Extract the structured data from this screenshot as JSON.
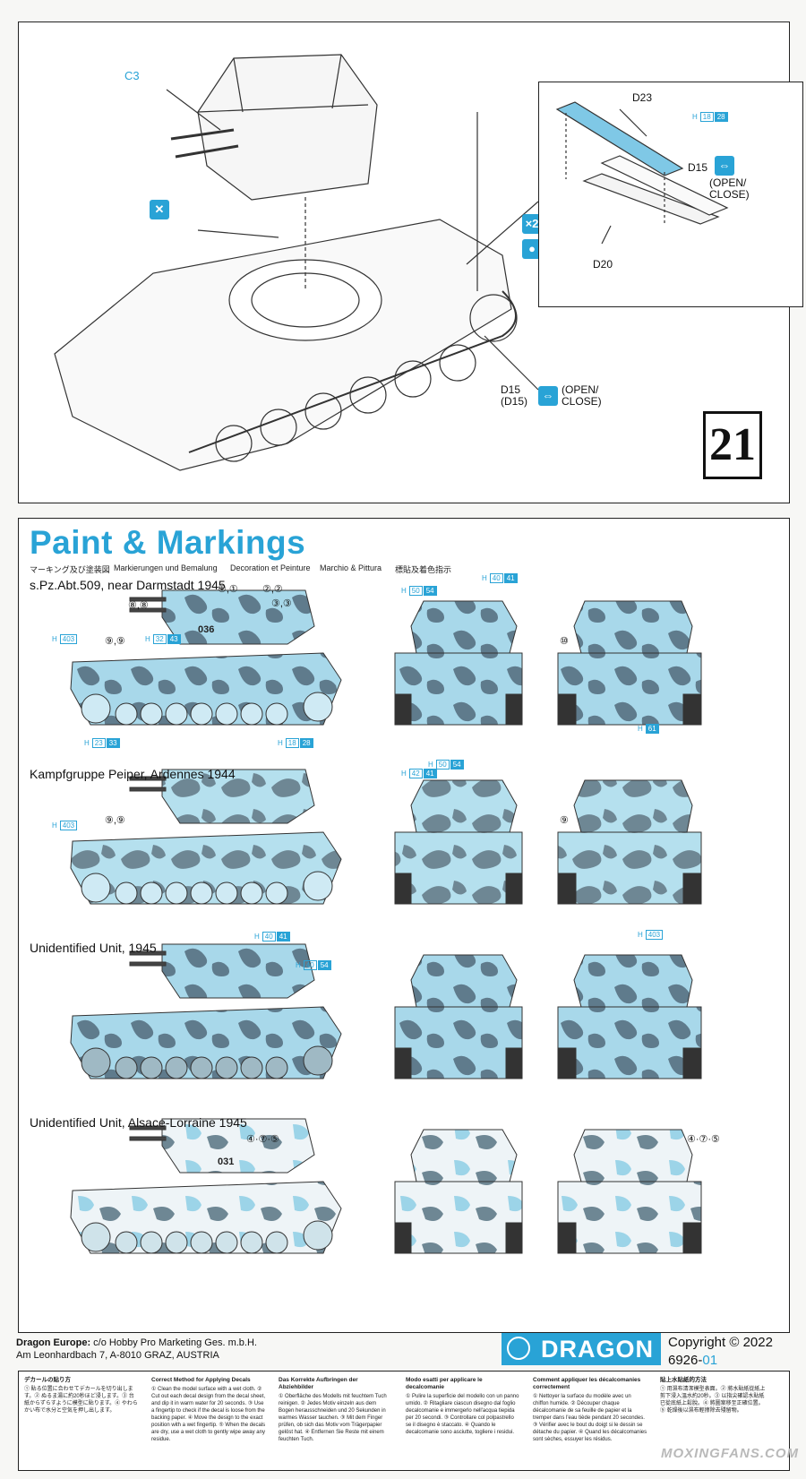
{
  "assembly": {
    "step_number": "21",
    "callouts": {
      "c3": "C3",
      "d23": "D23",
      "d15_top": "D15",
      "open_close_top": "(OPEN/\nCLOSE)",
      "d20": "D20",
      "d15_bottom": "D15\n(D15)",
      "open_close_bottom": "(OPEN/\nCLOSE)",
      "times_two": "×2",
      "h_tag": [
        "H",
        "18",
        "28"
      ]
    }
  },
  "paint": {
    "title": "Paint & Markings",
    "languages": [
      "マーキング及び塗装図",
      "Markierungen und Bemalung",
      "Decoration et Peinture",
      "Marchio & Pittura",
      "標貼及着色指示"
    ],
    "schemes": [
      {
        "label": "s.Pz.Abt.509, near Darmstadt 1945"
      },
      {
        "label": "Kampfgruppe Peiper, Ardennes 1944"
      },
      {
        "label": "Unidentified Unit, 1945"
      },
      {
        "label": "Unidentified Unit, Alsace-Lorraine 1945"
      }
    ],
    "marking_callouts": {
      "s1_a": "⑧,⑧",
      "s1_b": "⑨,⑨",
      "s1_c": "①,①",
      "s1_d": "②,②",
      "s1_e": "③,③",
      "s1_f": "⑩",
      "s2_a": "⑨,⑨",
      "s2_b": "⑨",
      "s4_a": "④·⑦·⑤",
      "s4_b": "④·⑦·⑤"
    },
    "turret_numbers": [
      "036",
      "031"
    ],
    "h_tags": [
      [
        "H",
        "403"
      ],
      [
        "H",
        "32",
        "43"
      ],
      [
        "H",
        "23",
        "33"
      ],
      [
        "H",
        "18",
        "28"
      ],
      [
        "H",
        "50",
        "54"
      ],
      [
        "H",
        "40",
        "41"
      ],
      [
        "H",
        "61"
      ],
      [
        "H",
        "403"
      ],
      [
        "H",
        "42",
        "41"
      ],
      [
        "H",
        "50",
        "54"
      ],
      [
        "H",
        "40",
        "41"
      ],
      [
        "H",
        "40",
        "54"
      ],
      [
        "H",
        "403"
      ]
    ]
  },
  "footer": {
    "company_bold": "Dragon Europe:",
    "company_rest": " c/o Hobby Pro Marketing Ges. m.b.H.",
    "address": "Am Leonhardbach 7, A-8010 GRAZ, AUSTRIA",
    "logo_text": "DRAGON",
    "copyright": "Copyright © 2022",
    "code_main": "6926-",
    "code_suffix": "01"
  },
  "instructions": [
    {
      "title": "デカールの貼り方",
      "body": "① 貼る位置に合わせてデカールを切り出します。② ぬるま湯に約20秒ほど浸します。③ 台紙からずらすように模型に貼ります。④ やわらかい布で水分と空気を押し出します。"
    },
    {
      "title": "Correct Method for Applying Decals",
      "body": "① Clean the model surface with a wet cloth. ② Cut out each decal design from the decal sheet, and dip it in warm water for 20 seconds. ③ Use a fingertip to check if the decal is loose from the backing paper. ④ Move the design to the exact position with a wet fingertip. ⑤ When the decals are dry, use a wet cloth to gently wipe away any residue."
    },
    {
      "title": "Das Korrekte Aufbringen der Abziehbilder",
      "body": "① Oberfläche des Modells mit feuchtem Tuch reinigen. ② Jedes Motiv einzeln aus dem Bogen herausschneiden und 20 Sekunden in warmes Wasser tauchen. ③ Mit dem Finger prüfen, ob sich das Motiv vom Trägerpapier gelöst hat. ④ Entfernen Sie Reste mit einem feuchten Tuch."
    },
    {
      "title": "Modo esatti per applicare le decalcomanie",
      "body": "① Pulire la superficie del modello con un panno umido. ② Ritagliare ciascun disegno dal foglio decalcomanie e immergerlo nell'acqua tiepida per 20 secondi. ③ Controllare col polpastrello se il disegno è staccato. ④ Quando le decalcomanie sono asciutte, togliere i residui."
    },
    {
      "title": "Comment appliquer les décalcomanies correctement",
      "body": "① Nettoyer la surface du modèle avec un chiffon humide. ② Découper chaque décalcomanie de sa feuille de papier et la tremper dans l'eau tiède pendant 20 secondes. ③ Vérifier avec le bout du doigt si le dessin se détache du papier. ④ Quand les décalcomanies sont sèches, essuyer les résidus."
    },
    {
      "title": "貼上水貼紙的方法",
      "body": "① 用濕布清潔模型表面。② 將水貼紙從紙上剪下浸入溫水約20秒。③ 以指尖確認水貼紙已從底紙上鬆脫。④ 將圖案移至正確位置。⑤ 乾燥後以濕布輕擦除去殘留物。"
    }
  ],
  "watermark": "MOXINGFANS.COM",
  "colors": {
    "accent": "#29a3d6",
    "camo_light": "#a8d8ea",
    "camo_dark": "#5f7b8c",
    "camo_white": "#eef4f7"
  }
}
